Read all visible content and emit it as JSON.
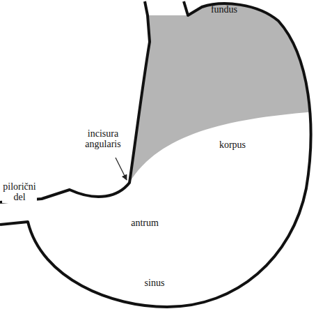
{
  "diagram": {
    "labels": [
      "fundus",
      "incisura angularis",
      "korpus",
      "antrum",
      "pilorični del",
      "sinus"
    ]
  }
}
